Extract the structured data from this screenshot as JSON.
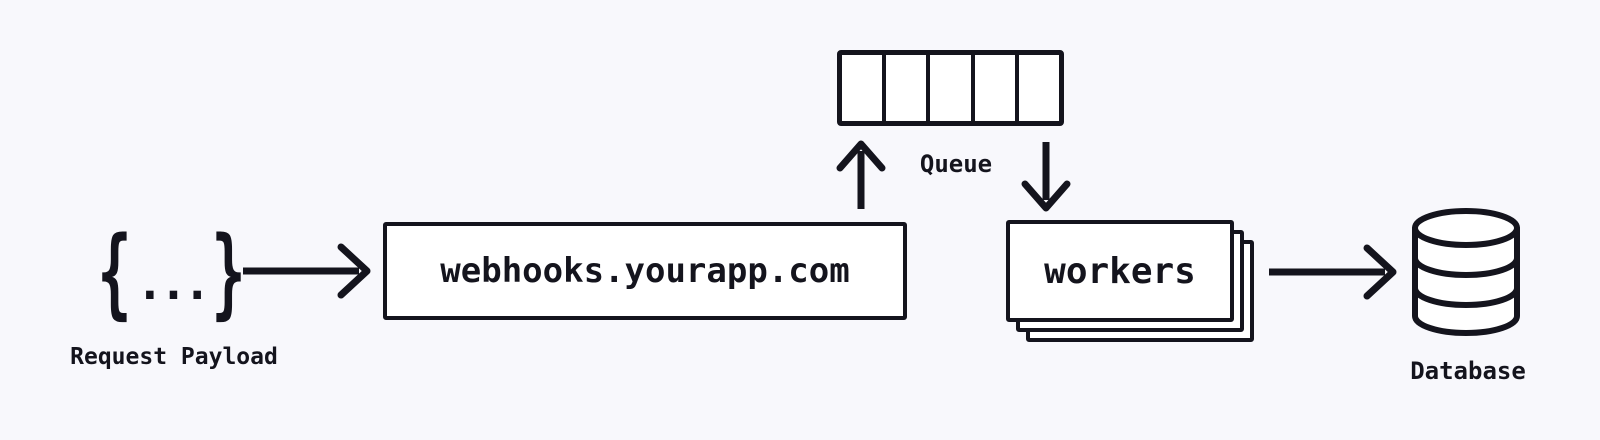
{
  "colors": {
    "background": "#f8f8fc",
    "stroke": "#14141d",
    "node_fill": "#ffffff"
  },
  "payload": {
    "icon": "json-payload-icon",
    "brace_open": "{",
    "dots": "...",
    "brace_close": "}",
    "label": "Request Payload"
  },
  "server": {
    "label": "webhooks.yourapp.com"
  },
  "queue": {
    "label": "Queue",
    "cell_count": 5
  },
  "workers": {
    "label": "workers",
    "stack_count": 3
  },
  "database": {
    "icon": "database-cylinder-icon",
    "label": "Database"
  },
  "edges": [
    {
      "from": "request-payload",
      "to": "webhooks-server",
      "direction": "right"
    },
    {
      "from": "webhooks-server",
      "to": "queue",
      "direction": "up"
    },
    {
      "from": "queue",
      "to": "workers",
      "direction": "down"
    },
    {
      "from": "workers",
      "to": "database",
      "direction": "right"
    }
  ]
}
